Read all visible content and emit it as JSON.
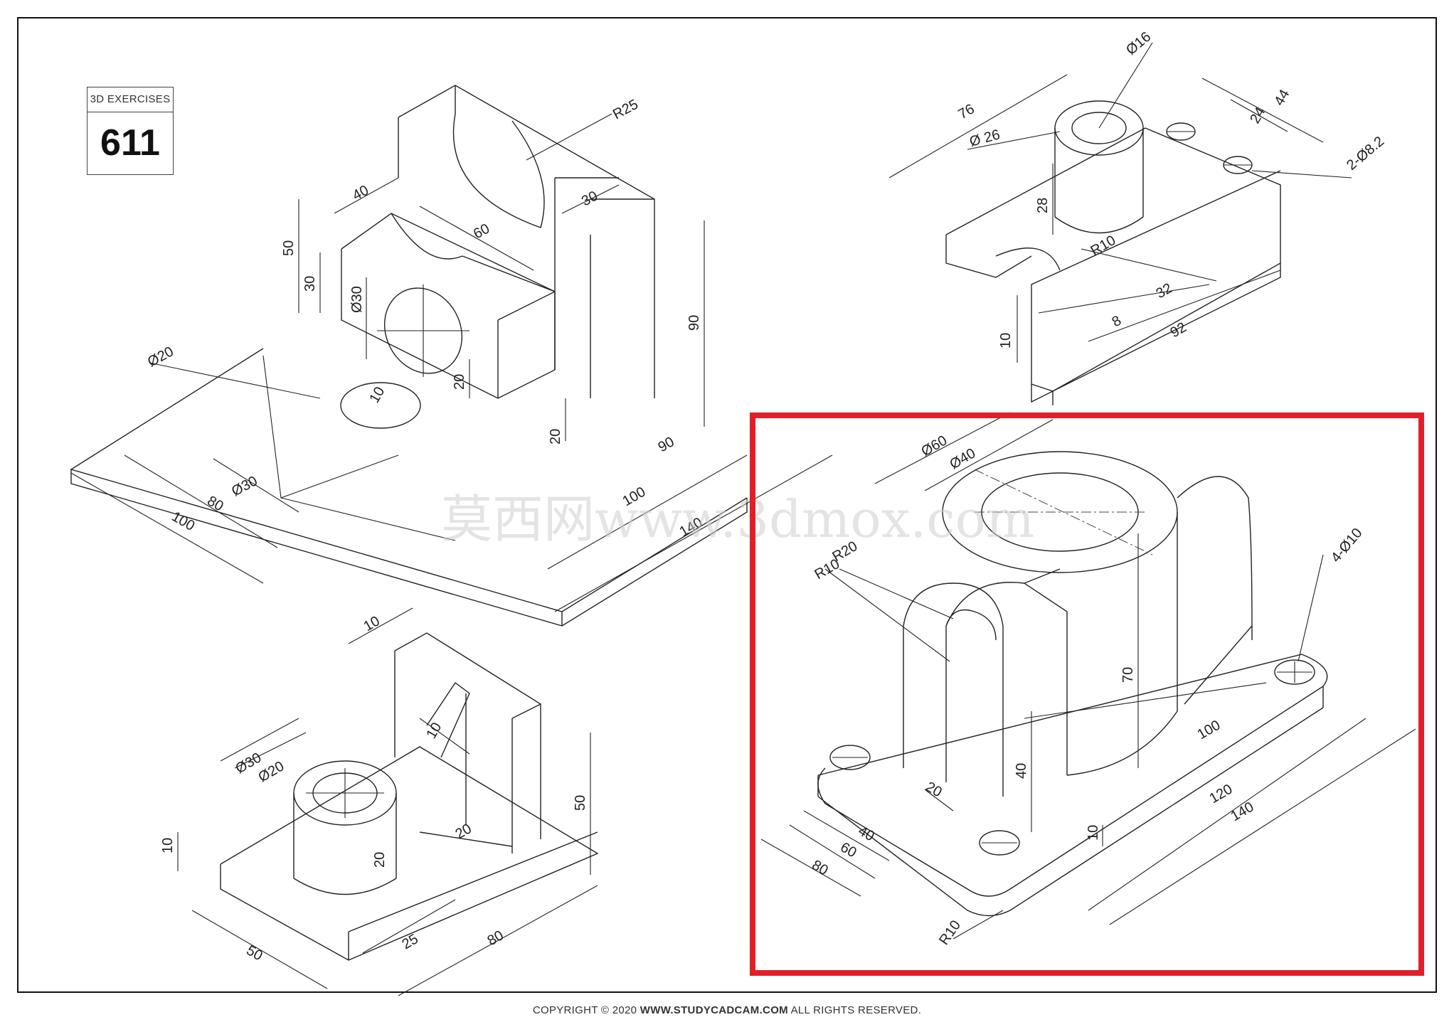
{
  "title_block": {
    "label": "3D EXERCISES",
    "number": "611"
  },
  "copyright": {
    "prefix": "COPYRIGHT © 2020 ",
    "site": "WWW.STUDYCADCAM.COM",
    "suffix": " ALL RIGHTS RESERVED."
  },
  "watermark": "莫西网www.3dmox.com",
  "highlight_color": "#e21f26",
  "drawing1": {
    "dims": [
      "R25",
      "40",
      "60",
      "30",
      "50",
      "30",
      "Ø30",
      "20",
      "90",
      "Ø20",
      "10",
      "20",
      "Ø30",
      "80",
      "100",
      "90",
      "100",
      "140"
    ]
  },
  "drawing2": {
    "dims": [
      "Ø16",
      "76",
      "44",
      "Ø 26",
      "24",
      "2-Ø8.2",
      "28",
      "R10",
      "32",
      "10",
      "8",
      "92"
    ]
  },
  "drawing3": {
    "dims": [
      "10",
      "Ø30",
      "Ø20",
      "10",
      "50",
      "10",
      "20",
      "20",
      "50",
      "25",
      "80"
    ]
  },
  "drawing4": {
    "dims": [
      "Ø60",
      "Ø40",
      "R20",
      "R10",
      "4-Ø10",
      "70",
      "100",
      "40",
      "20",
      "120",
      "140",
      "10",
      "40",
      "60",
      "80",
      "R10"
    ]
  }
}
